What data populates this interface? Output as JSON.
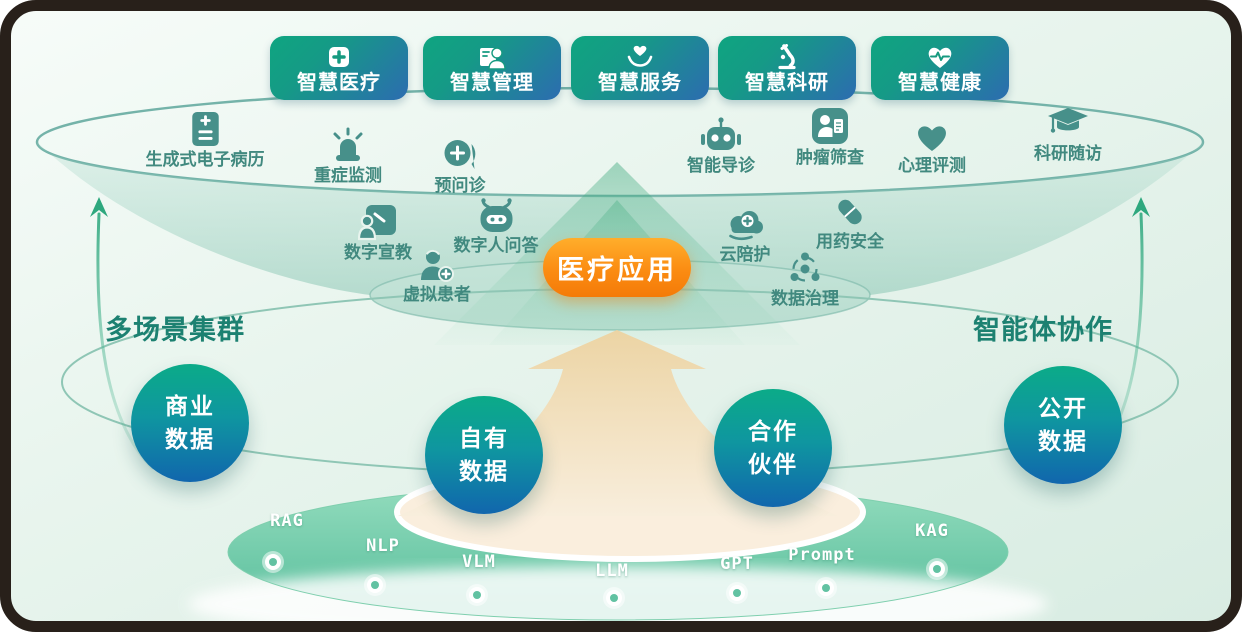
{
  "top_buttons": [
    {
      "label": "智慧医疗",
      "icon": "medical-cross"
    },
    {
      "label": "智慧管理",
      "icon": "person-badge"
    },
    {
      "label": "智慧服务",
      "icon": "heart-hands"
    },
    {
      "label": "智慧科研",
      "icon": "microscope"
    },
    {
      "label": "智慧健康",
      "icon": "heart-pulse"
    }
  ],
  "application_ring": {
    "row1": [
      {
        "label": "生成式电子病历",
        "icon": "document-plus"
      },
      {
        "label": "重症监测",
        "icon": "siren"
      },
      {
        "label": "预问诊",
        "icon": "chat-plus"
      },
      {
        "label": "智能导诊",
        "icon": "robot"
      },
      {
        "label": "肿瘤筛查",
        "icon": "person-report"
      },
      {
        "label": "心理评测",
        "icon": "heart"
      },
      {
        "label": "科研随访",
        "icon": "graduation-cap"
      }
    ],
    "row2": [
      {
        "label": "数字宣教",
        "icon": "presenter-board"
      },
      {
        "label": "数字人问答",
        "icon": "robot-face"
      },
      {
        "label": "虚拟患者",
        "icon": "patient-plus"
      },
      {
        "label": "云陪护",
        "icon": "cloud-plus"
      },
      {
        "label": "用药安全",
        "icon": "capsule"
      },
      {
        "label": "数据治理",
        "icon": "share-nodes"
      }
    ]
  },
  "center": {
    "pill_label": "医疗应用"
  },
  "side_headings": {
    "left": "多场景集群",
    "right": "智能体协作"
  },
  "data_circles": [
    {
      "line1": "商业",
      "line2": "数据"
    },
    {
      "line1": "自有",
      "line2": "数据"
    },
    {
      "line1": "合作",
      "line2": "伙伴"
    },
    {
      "line1": "公开",
      "line2": "数据"
    }
  ],
  "tech_ring": [
    {
      "label": "RAG"
    },
    {
      "label": "NLP"
    },
    {
      "label": "VLM"
    },
    {
      "label": "LLM"
    },
    {
      "label": "GPT"
    },
    {
      "label": "Prompt"
    },
    {
      "label": "KAG"
    }
  ],
  "colors": {
    "button_gradient_start": "#0fa580",
    "button_gradient_end": "#2c6cb0",
    "icon_teal": "#47908a",
    "pill_orange": "#fb8c12",
    "heading_teal": "#1c8171",
    "circle_gradient_start": "#0bab88",
    "circle_gradient_end": "#1166ad",
    "bottom_ellipse": "#6cc7a6",
    "trunk_tan": "#eed9ae"
  }
}
